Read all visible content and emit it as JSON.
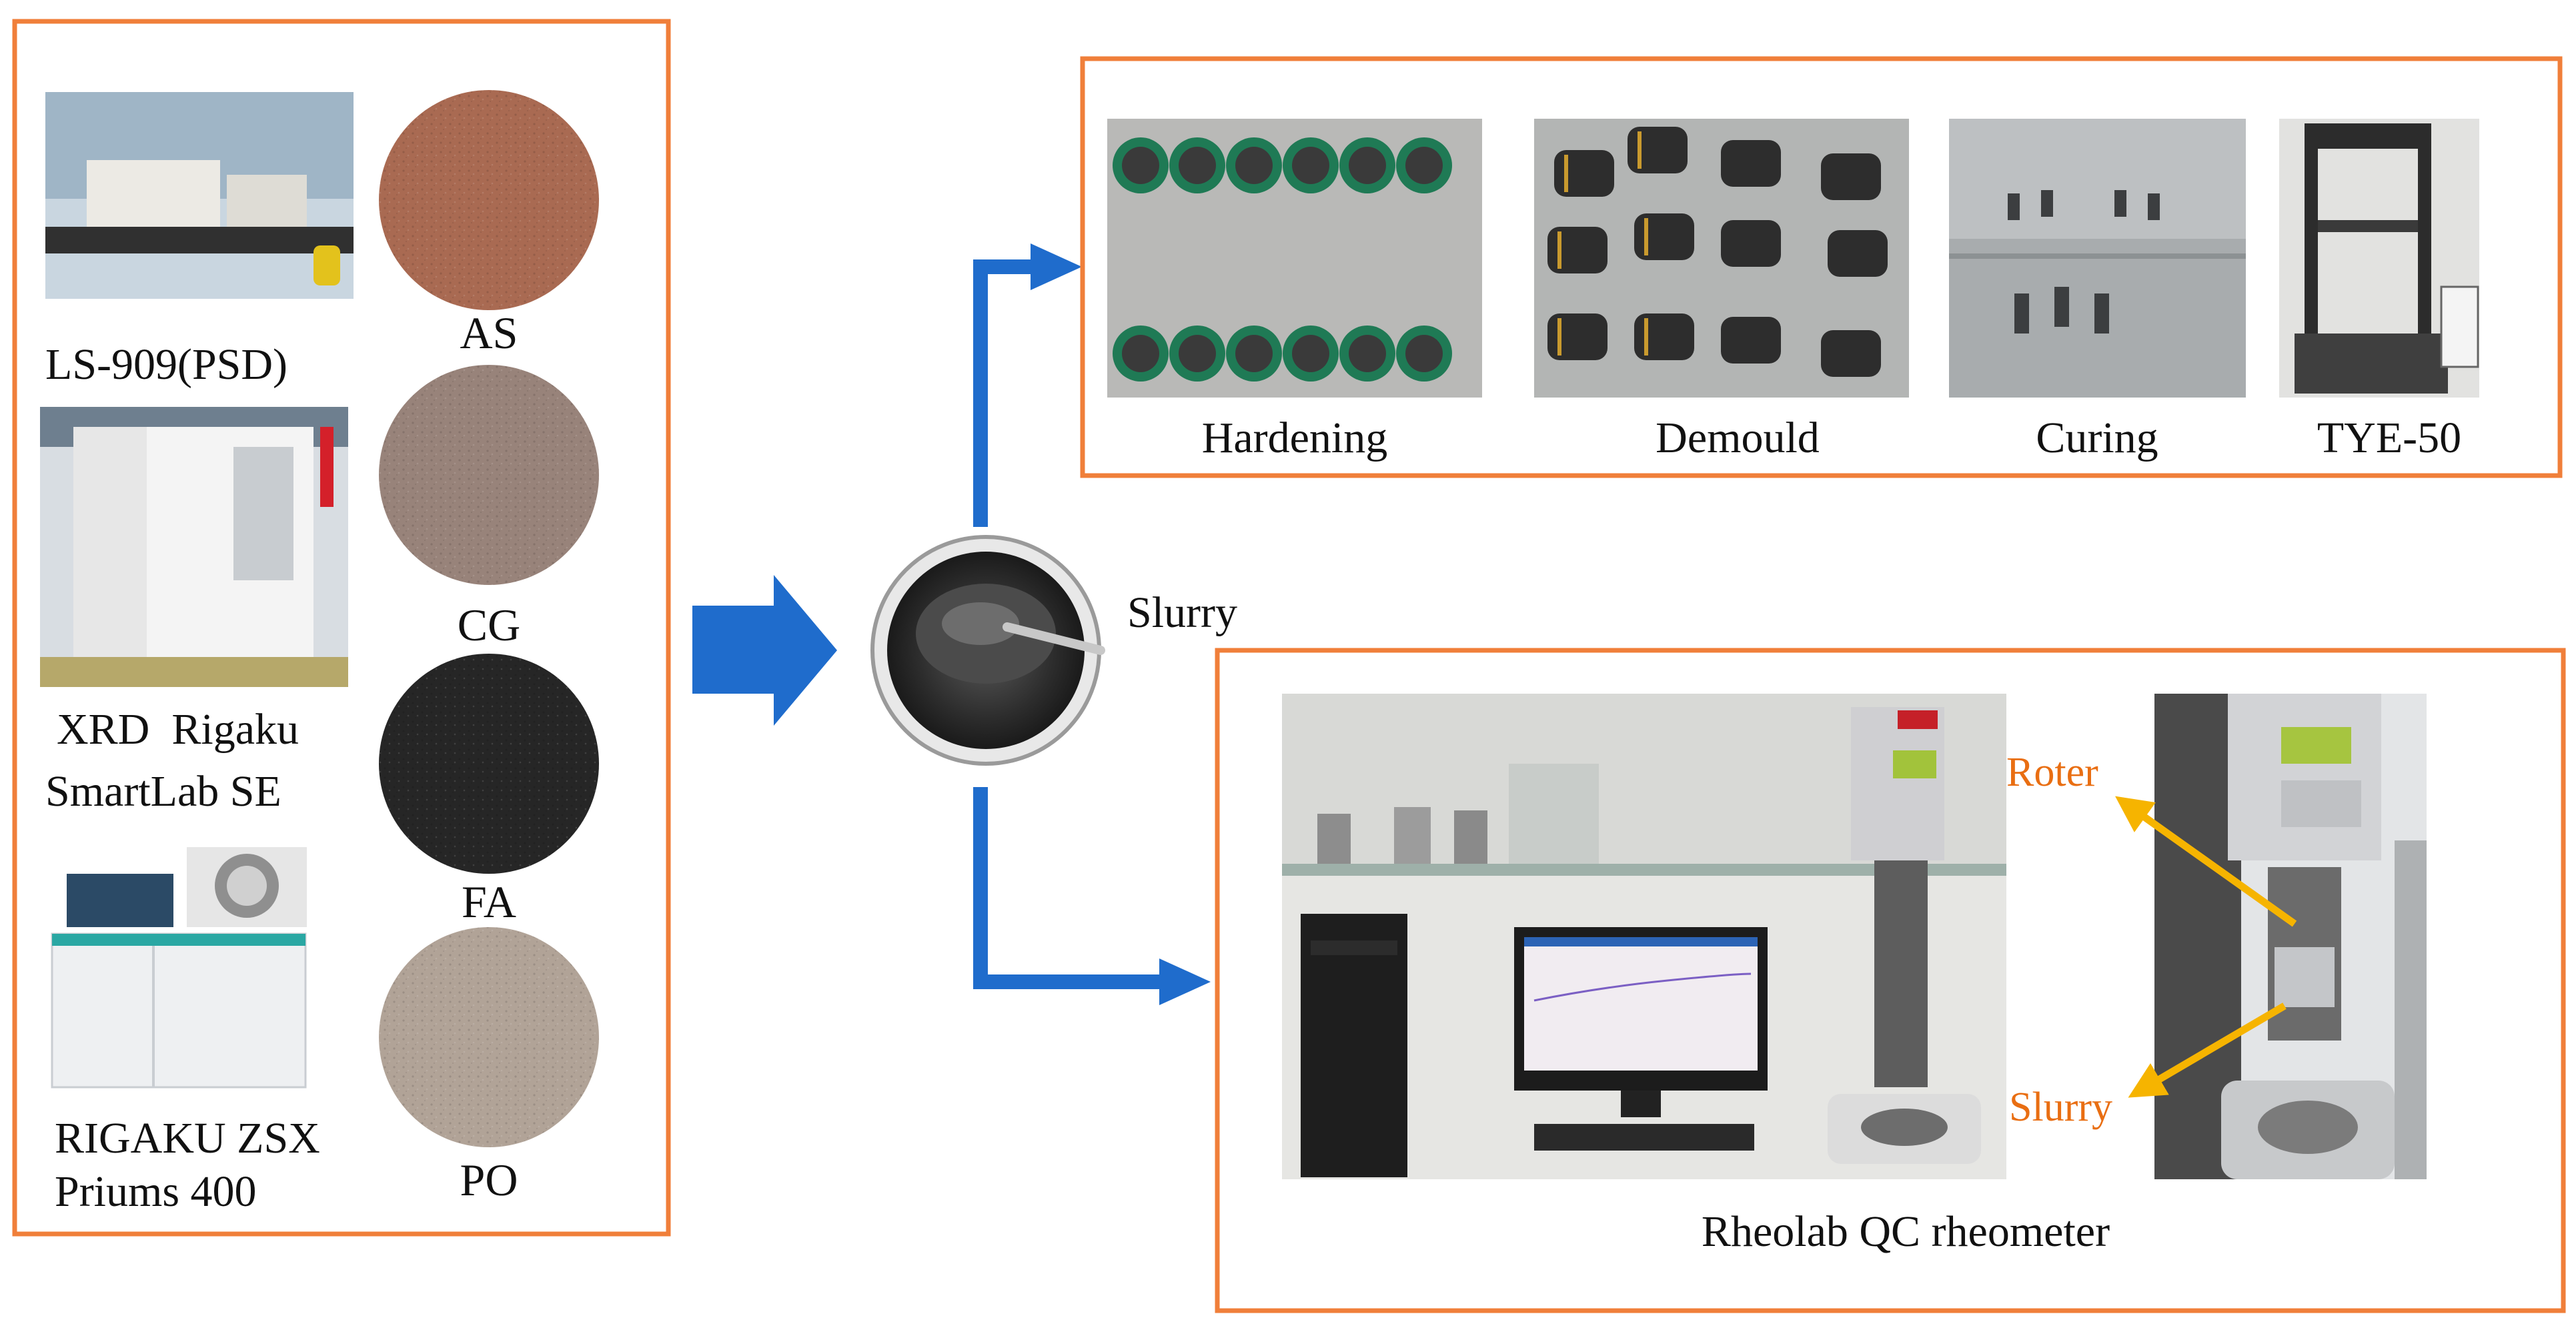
{
  "colors": {
    "frame": "#f07f3a",
    "arrow": "#1f6ccc",
    "annotation_arrow": "#f6b400",
    "annotation_text": "#e96e12"
  },
  "left_panel": {
    "instruments": [
      {
        "label_lines": [
          "LS-909(PSD)"
        ]
      },
      {
        "label_lines": [
          "XRD  Rigaku",
          "SmartLab SE"
        ]
      },
      {
        "label_lines": [
          "RIGAKU ZSX",
          "Priums 400"
        ]
      }
    ],
    "materials": [
      {
        "label": "AS",
        "color": "#a96a52"
      },
      {
        "label": "CG",
        "color": "#98837a"
      },
      {
        "label": "FA",
        "color": "#262626"
      },
      {
        "label": "PO",
        "color": "#b1a397"
      }
    ]
  },
  "center": {
    "label": "Slurry"
  },
  "top_right_panel": {
    "steps": [
      {
        "label": "Hardening"
      },
      {
        "label": "Demould"
      },
      {
        "label": "Curing"
      },
      {
        "label": "TYE-50"
      }
    ]
  },
  "bottom_right_panel": {
    "caption": "Rheolab QC rheometer",
    "annotations": [
      {
        "label": "Roter"
      },
      {
        "label": "Slurry"
      }
    ]
  }
}
